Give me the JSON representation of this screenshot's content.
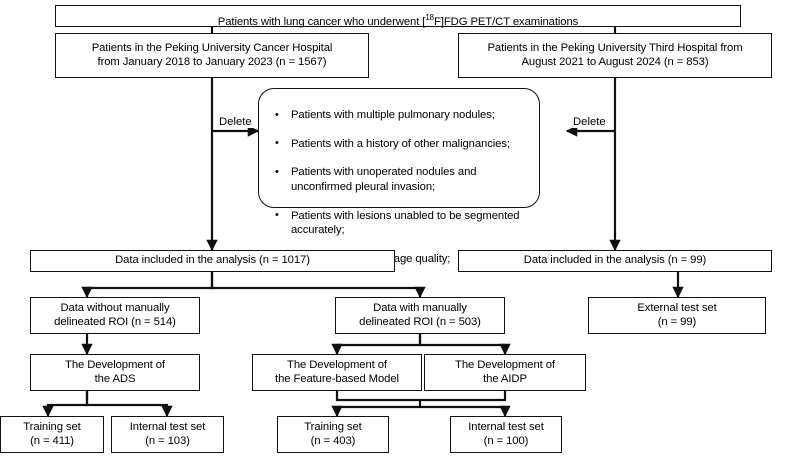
{
  "diagram": {
    "title_box": {
      "text_before": "Patients with lung cancer who underwent [",
      "superscript": "18",
      "text_after": "F]FDG PET/CT examinations",
      "full_text": "Patients with lung cancer who underwent [18F]FDG PET/CT examinations"
    },
    "nodes": {
      "cohort_left": "Patients in the Peking University Cancer Hospital\nfrom January 2018 to January 2023 (n = 1567)",
      "cohort_right": "Patients in the Peking University Third Hospital from\nAugust 2021 to August 2024 (n = 853)",
      "exclusion_criteria": [
        "Patients with multiple pulmonary nodules;",
        "Patients with a history of other malignancies;",
        "Patients with unoperated nodules and unconfirmed pleural invasion;",
        "Patients with lesions unabled to be segmented accurately;",
        "Patients with poor image quality;"
      ],
      "analysis_left": "Data included in the analysis (n = 1017)",
      "analysis_right": "Data included in the analysis (n = 99)",
      "roi_without": "Data without manually\ndelineated ROI (n = 514)",
      "roi_with": "Data with manually\ndelineated ROI (n = 503)",
      "external_test_set": "External test set\n(n = 99)",
      "dev_ads": "The Development of\nthe ADS",
      "dev_feature_model": "The Development of\nthe Feature-based Model",
      "dev_aidp": "The Development of\nthe AIDP",
      "training_set_left": "Training set\n(n = 411)",
      "internal_test_left": "Internal test set\n(n = 103)",
      "training_set_right": "Training set\n(n = 403)",
      "internal_test_right": "Internal test set\n(n = 100)"
    },
    "edge_labels": {
      "delete_left": "Delete",
      "delete_right": "Delete"
    },
    "colors": {
      "stroke": "#111111",
      "background": "#ffffff",
      "text": "#000000"
    }
  }
}
